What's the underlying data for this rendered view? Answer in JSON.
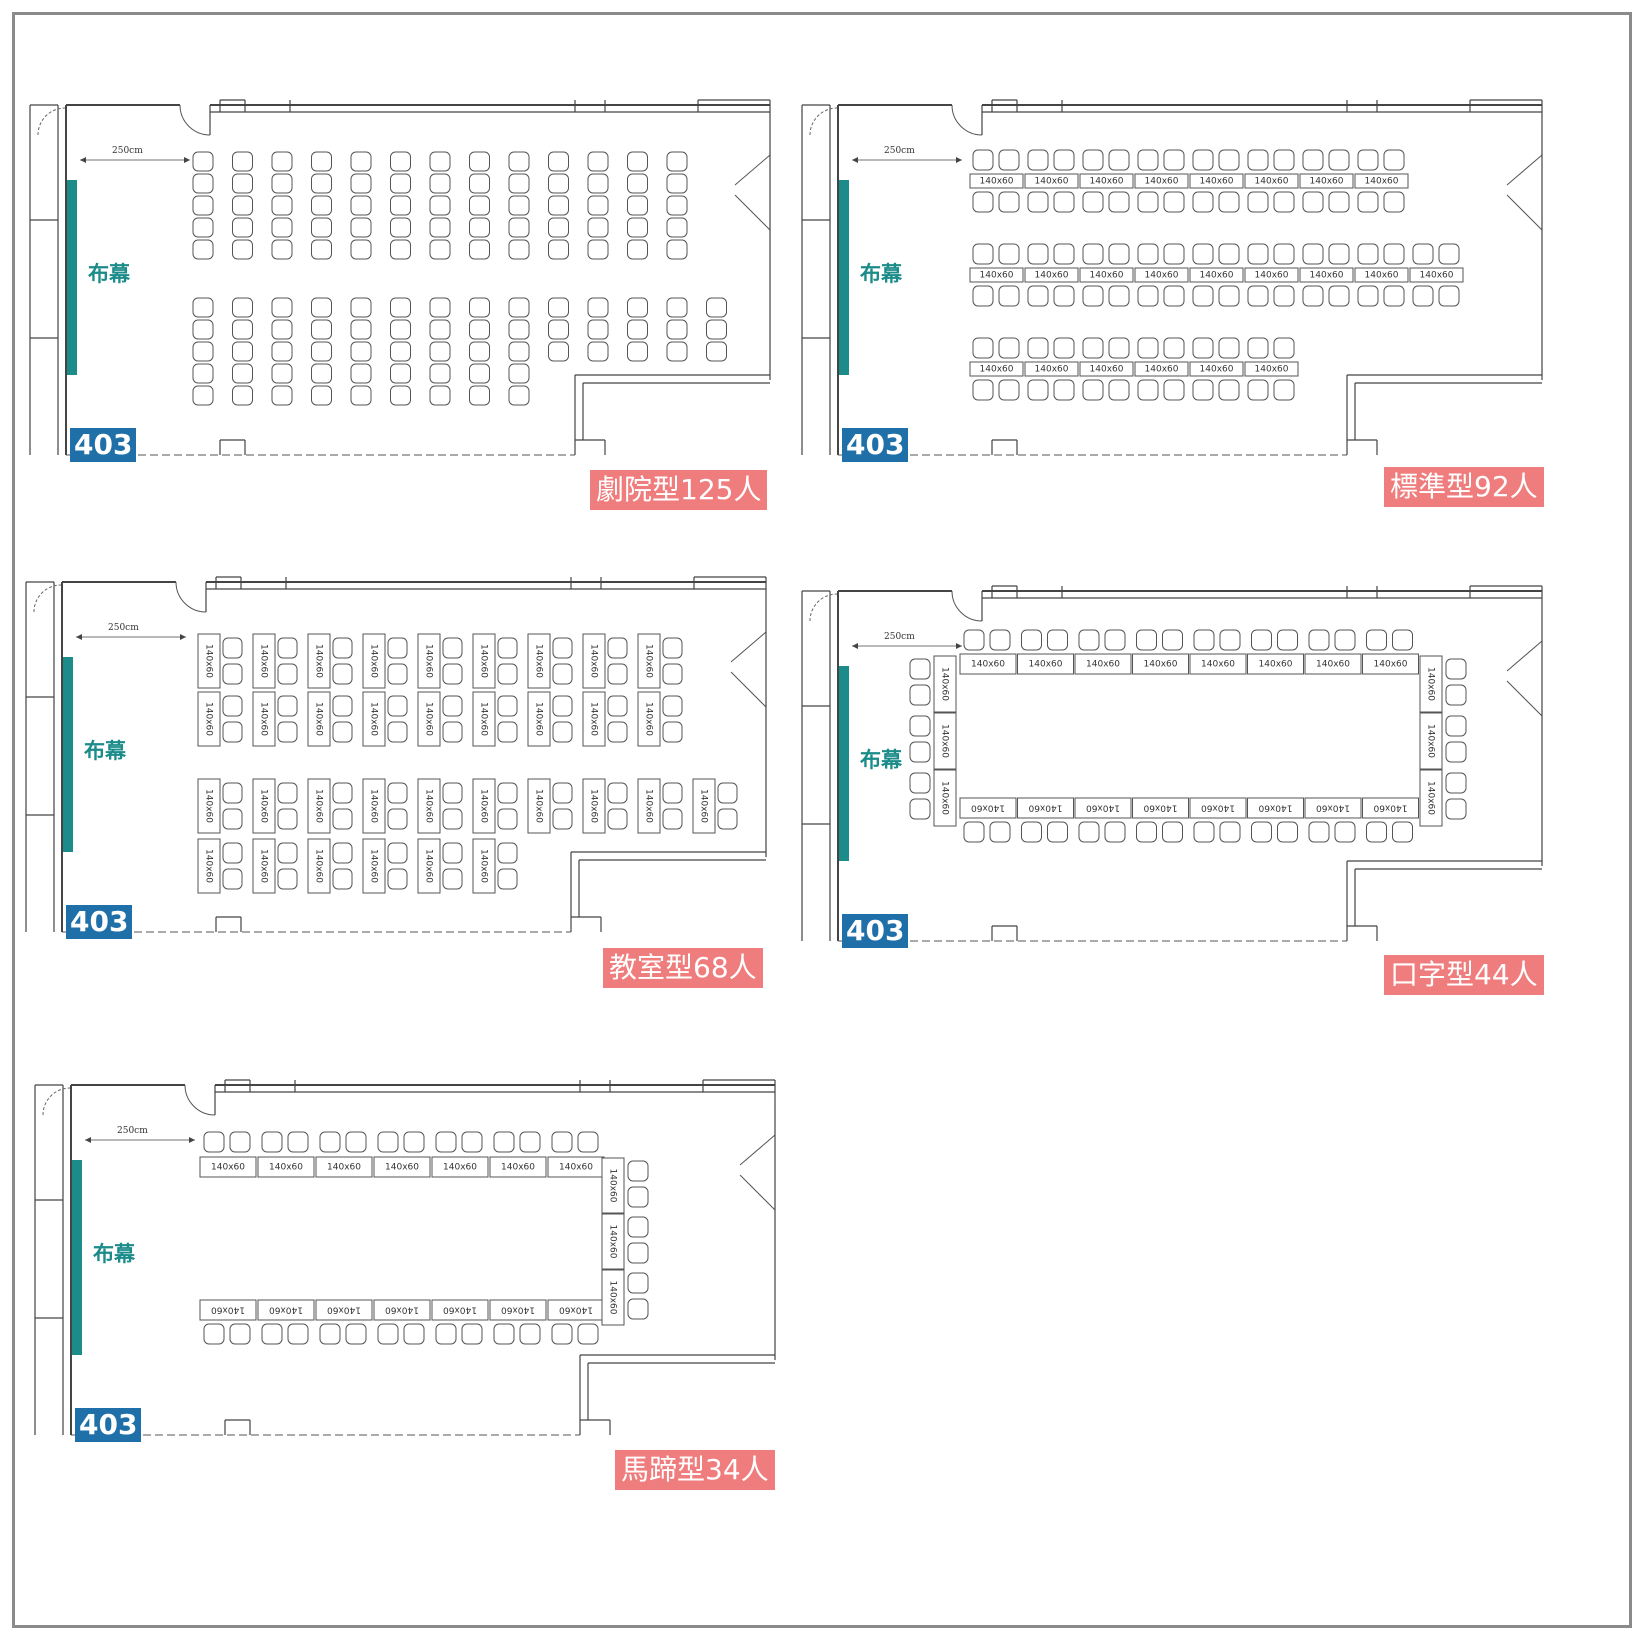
{
  "room_number": "403",
  "screen_label": "布幕",
  "dimension_label": "250cm",
  "table_label": "140x60",
  "layouts": [
    {
      "id": "theater",
      "caption": "劇院型125人"
    },
    {
      "id": "standard",
      "caption": "標準型92人"
    },
    {
      "id": "classroom",
      "caption": "教室型68人"
    },
    {
      "id": "hollow-square",
      "caption": "口字型44人"
    },
    {
      "id": "u-shape",
      "caption": "馬蹄型34人"
    }
  ]
}
